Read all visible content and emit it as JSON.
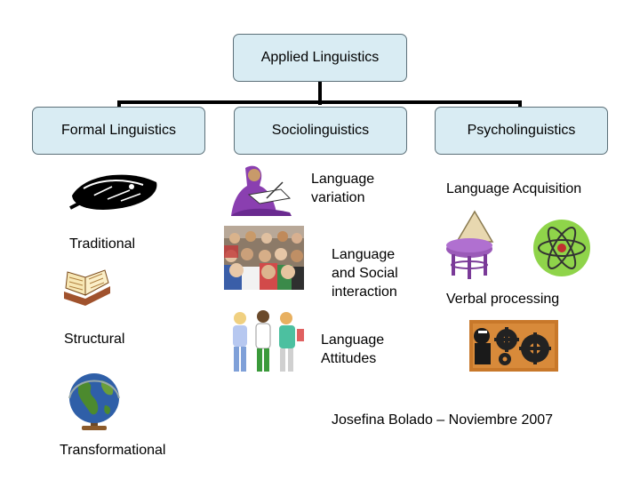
{
  "root": {
    "label": "Applied Linguistics"
  },
  "branches": [
    {
      "label": "Formal Linguistics"
    },
    {
      "label": "Sociolinguistics"
    },
    {
      "label": "Psycholinguistics"
    }
  ],
  "formal_items": [
    "Traditional",
    "Structural",
    "Transformational"
  ],
  "socio_items": [
    "Language\nvariation",
    "Language\nand Social\ninteraction",
    "Language\nAttitudes"
  ],
  "psycho_items": [
    "Language Acquisition",
    "Verbal processing"
  ],
  "credit": "Josefina Bolado – Noviembre 2007",
  "colors": {
    "box_fill": "#d9ecf3",
    "box_border": "#5b6f78",
    "connector": "#000000"
  },
  "icons": [
    "handwriting-sketch-icon",
    "open-book-icon",
    "globe-icon",
    "woman-reading-icon",
    "crowd-photo-icon",
    "children-group-icon",
    "thinker-stool-icon",
    "atom-icon",
    "gears-thinker-icon"
  ]
}
